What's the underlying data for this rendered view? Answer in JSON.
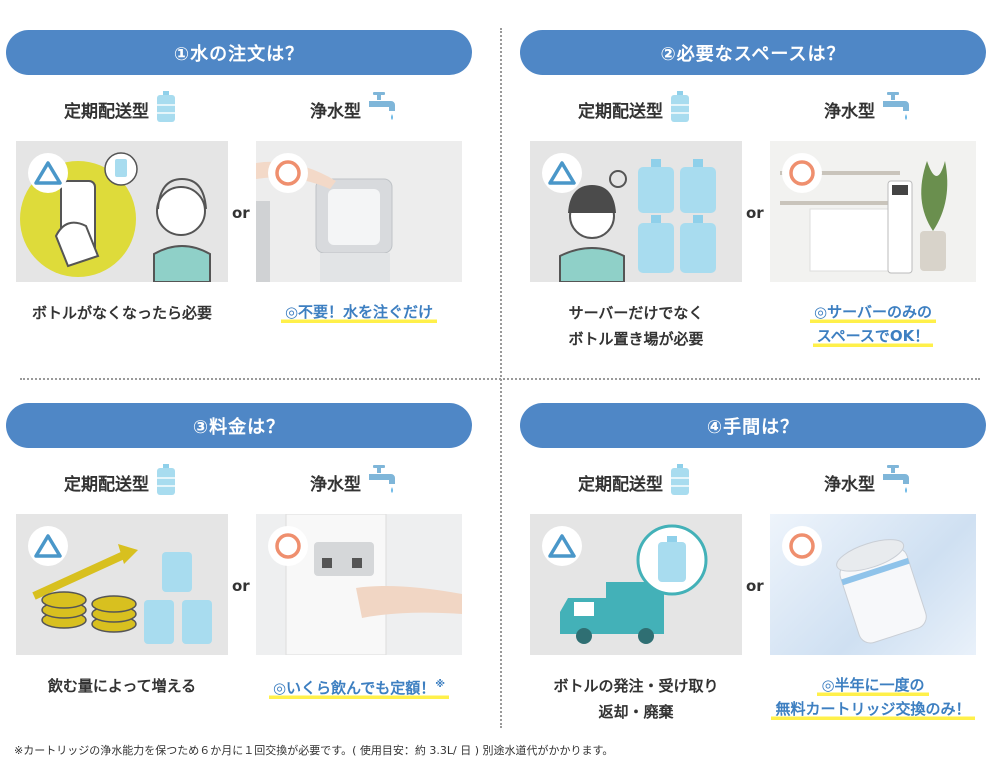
{
  "sections": [
    {
      "title": "①水の注文は？",
      "left": {
        "title": "定期配送型",
        "caption": [
          "ボトルがなくなったら必要"
        ]
      },
      "right": {
        "title": "浄水型",
        "caption": [
          "◎不要！水を注ぐだけ"
        ]
      },
      "or": "or"
    },
    {
      "title": "②必要なスペースは？",
      "left": {
        "title": "定期配送型",
        "caption": [
          "サーバーだけでなく",
          "ボトル置き場が必要"
        ]
      },
      "right": {
        "title": "浄水型",
        "caption": [
          "◎サーバーのみの",
          "スペースでOK！"
        ]
      },
      "or": "or"
    },
    {
      "title": "③料金は？",
      "left": {
        "title": "定期配送型",
        "caption": [
          "飲む量によって増える"
        ]
      },
      "right": {
        "title": "浄水型",
        "caption": [
          "◎いくら飲んでも定額！"
        ],
        "mark": "※"
      },
      "or": "or"
    },
    {
      "title": "④手間は？",
      "left": {
        "title": "定期配送型",
        "caption": [
          "ボトルの発注・受け取り",
          "返却・廃棄"
        ]
      },
      "right": {
        "title": "浄水型",
        "caption": [
          "◎半年に一度の",
          "無料カートリッジ交換のみ！"
        ]
      },
      "or": "or"
    }
  ],
  "footnote": "※カートリッジの浄水能力を保つため６か月に１回交換が必要です。( 使用目安：約 3.3L/ 日 ) 別途水道代がかかります。",
  "colors": {
    "header": "#4f87c6",
    "good_text": "#3d7fc1",
    "highlight": "#fff04a",
    "triangle": "#4a97c9",
    "circle": "#ef8f6e"
  },
  "icons": [
    "water-bottle-icon",
    "faucet-icon",
    "triangle-mark-icon",
    "circle-mark-icon"
  ]
}
